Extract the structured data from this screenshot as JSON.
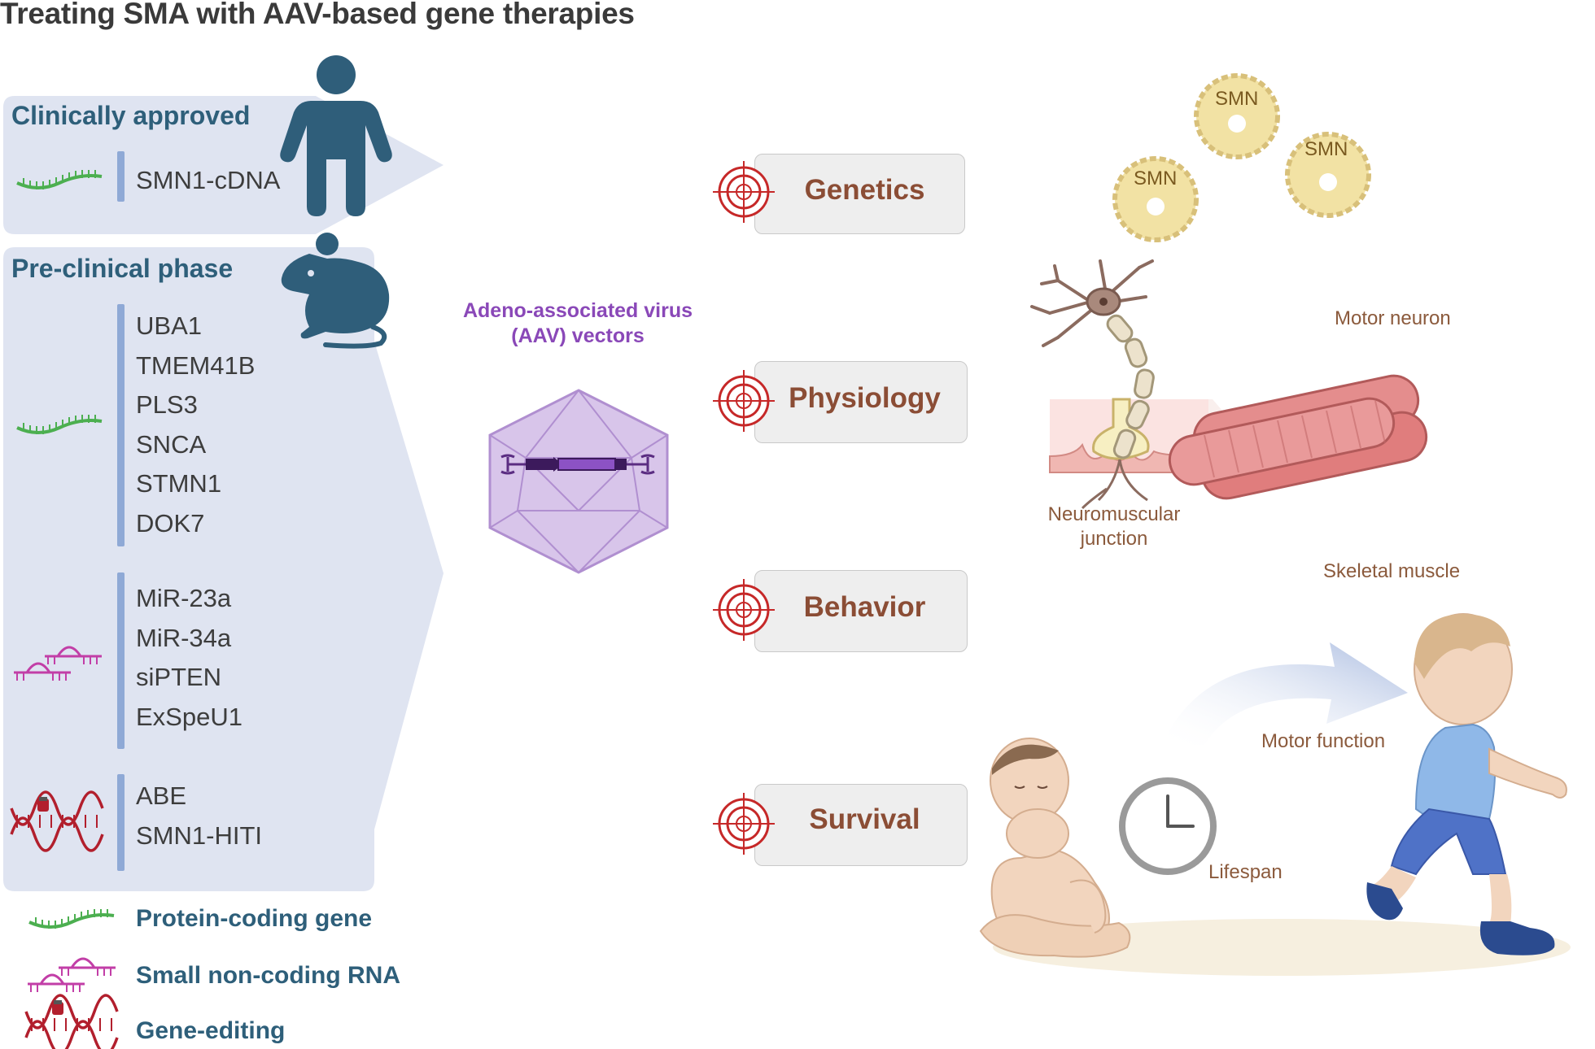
{
  "title": "Treating SMA with AAV-based gene therapies",
  "clinical": {
    "heading": "Clinically approved",
    "genes": [
      "SMN1-cDNA"
    ]
  },
  "preclinical": {
    "heading": "Pre-clinical phase",
    "protein_coding": [
      "UBA1",
      "TMEM41B",
      "PLS3",
      "SNCA",
      "STMN1",
      "DOK7"
    ],
    "small_rna": [
      "MiR-23a",
      "MiR-34a",
      "siPTEN",
      "ExSpeU1"
    ],
    "gene_editing": [
      "ABE",
      "SMN1-HITI"
    ]
  },
  "legend": [
    {
      "label": "Protein-coding gene",
      "icon": "gene-strand-icon"
    },
    {
      "label": "Small non-coding RNA",
      "icon": "small-rna-icon"
    },
    {
      "label": "Gene-editing",
      "icon": "dna-helix-icon"
    }
  ],
  "aav": {
    "label_line1": "Adeno-associated virus",
    "label_line2": "(AAV) vectors"
  },
  "targets": [
    "Genetics",
    "Physiology",
    "Behavior",
    "Survival"
  ],
  "outcomes": {
    "smn": [
      "SMN",
      "SMN",
      "SMN"
    ],
    "motor_neuron": "Motor neuron",
    "nmj_line1": "Neuromuscular",
    "nmj_line2": "junction",
    "skeletal_muscle": "Skeletal muscle",
    "motor_function": "Motor function",
    "lifespan": "Lifespan"
  },
  "colors": {
    "panel": "#dfe4f1",
    "heading": "#2e5f7a",
    "silhouette": "#2f5e7a",
    "bar": "#8fa9d6",
    "gene_green": "#4caf50",
    "rna_magenta": "#c23ea7",
    "dna_red": "#b21f2d",
    "aav_purple": "#8a48b8",
    "target_red": "#c62828",
    "tag_text": "#8b4d35"
  }
}
